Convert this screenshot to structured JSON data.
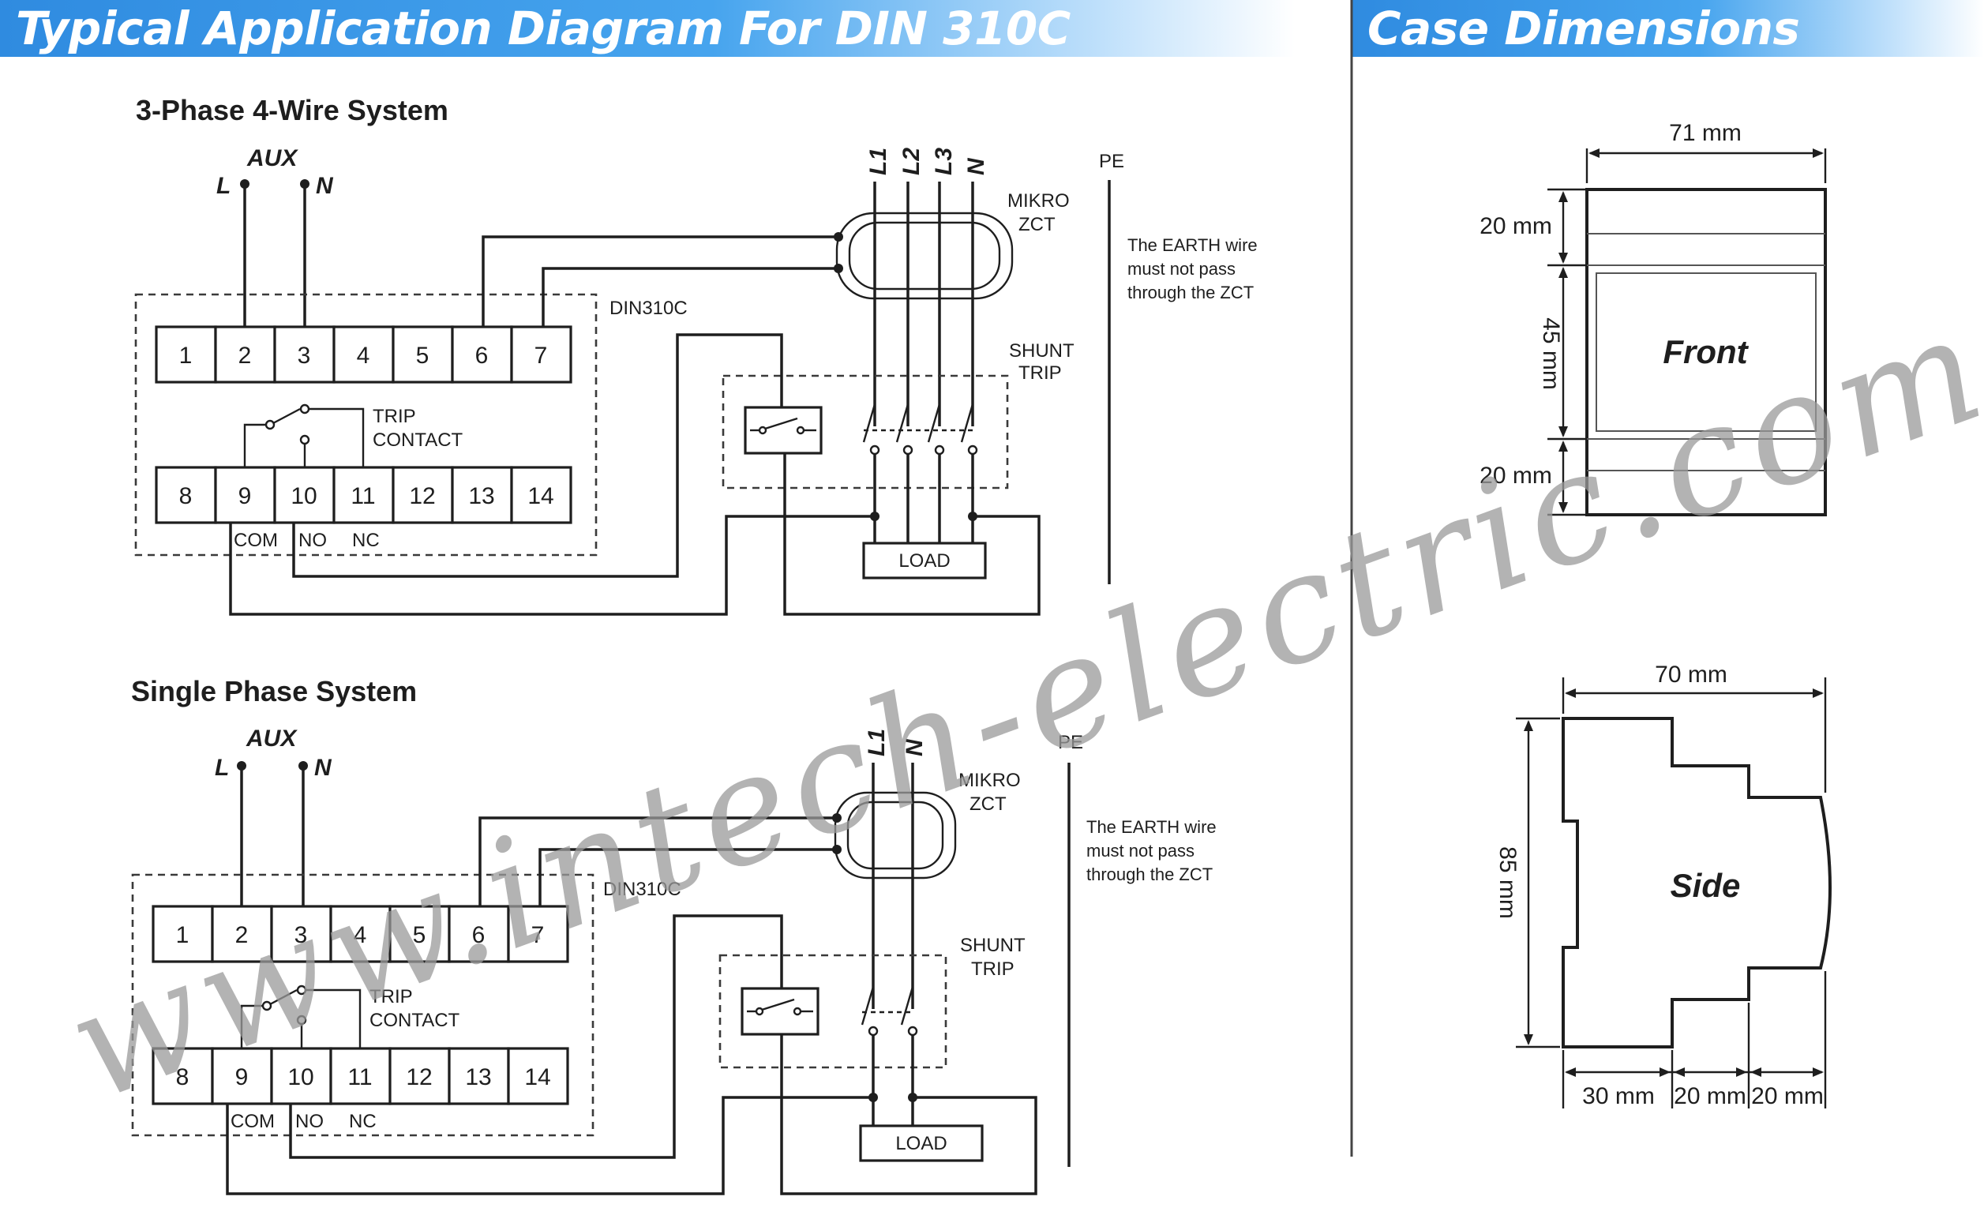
{
  "header": {
    "left_title": "Typical Application Diagram For DIN 310C",
    "right_title": "Case Dimensions"
  },
  "three_phase": {
    "title": "3-Phase 4-Wire System",
    "aux": "AUX",
    "aux_l": "L",
    "aux_n": "N",
    "lines": [
      "L1",
      "L2",
      "L3",
      "N"
    ],
    "pe": "PE",
    "zct_label_1": "MIKRO",
    "zct_label_2": "ZCT",
    "earth_note_1": "The EARTH wire",
    "earth_note_2": "must not pass",
    "earth_note_3": "through the ZCT",
    "device": "DIN310C",
    "shunt_1": "SHUNT",
    "shunt_2": "TRIP",
    "trip_1": "TRIP",
    "trip_2": "CONTACT",
    "top_terminals": [
      "1",
      "2",
      "3",
      "4",
      "5",
      "6",
      "7"
    ],
    "bottom_terminals": [
      "8",
      "9",
      "10",
      "11",
      "12",
      "13",
      "14"
    ],
    "com": "COM",
    "no": "NO",
    "nc": "NC",
    "load": "LOAD"
  },
  "single_phase": {
    "title": "Single Phase System",
    "aux": "AUX",
    "aux_l": "L",
    "aux_n": "N",
    "lines": [
      "L1",
      "N"
    ],
    "pe": "PE",
    "zct_label_1": "MIKRO",
    "zct_label_2": "ZCT",
    "earth_note_1": "The EARTH wire",
    "earth_note_2": "must not pass",
    "earth_note_3": "through the ZCT",
    "device": "DIN310C",
    "shunt_1": "SHUNT",
    "shunt_2": "TRIP",
    "trip_1": "TRIP",
    "trip_2": "CONTACT",
    "top_terminals": [
      "1",
      "2",
      "3",
      "4",
      "5",
      "6",
      "7"
    ],
    "bottom_terminals": [
      "8",
      "9",
      "10",
      "11",
      "12",
      "13",
      "14"
    ],
    "com": "COM",
    "no": "NO",
    "nc": "NC",
    "load": "LOAD"
  },
  "case": {
    "front_label": "Front",
    "front_width": "71 mm",
    "front_top": "20 mm",
    "front_mid": "45 mm",
    "front_bottom": "20 mm",
    "side_label": "Side",
    "side_width": "70 mm",
    "side_height": "85 mm",
    "side_seg_1": "30 mm",
    "side_seg_2": "20 mm",
    "side_seg_3": "20 mm"
  },
  "watermark": "www.intech-electric.com.my"
}
